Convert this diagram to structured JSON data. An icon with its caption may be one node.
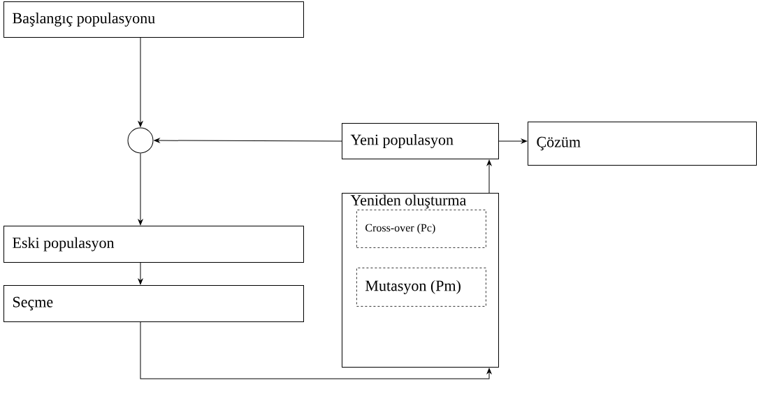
{
  "diagram": {
    "nodes": [
      {
        "text": [
          "Başlangıç populasyonu"
        ]
      },
      {
        "text": [],
        "shape": "circle"
      },
      {
        "text": [
          "Yeni populasyon"
        ]
      },
      {
        "text": [
          "Çözüm"
        ]
      },
      {
        "text": [
          "Eski populasyon"
        ]
      },
      {
        "text": [
          "Seçme"
        ]
      },
      {
        "text": [
          "Yeniden oluşturma"
        ]
      },
      {
        "text": [
          "Cross-over (Pc)"
        ],
        "in": 6
      },
      {
        "text": [
          "Mutasyon (Pm)"
        ],
        "in": 6
      }
    ],
    "edges": [
      {
        "from": 0,
        "to": 1,
        "arrow": "to"
      },
      {
        "from": 2,
        "to": 1,
        "arrow": "to"
      },
      {
        "from": 1,
        "to": 4,
        "arrow": "to"
      },
      {
        "from": 4,
        "to": 5,
        "arrow": "to"
      },
      {
        "from": 5,
        "to": 6,
        "arrow": "to"
      },
      {
        "from": 6,
        "to": 2,
        "arrow": "to"
      },
      {
        "from": 2,
        "to": 3,
        "arrow": "to"
      }
    ]
  }
}
